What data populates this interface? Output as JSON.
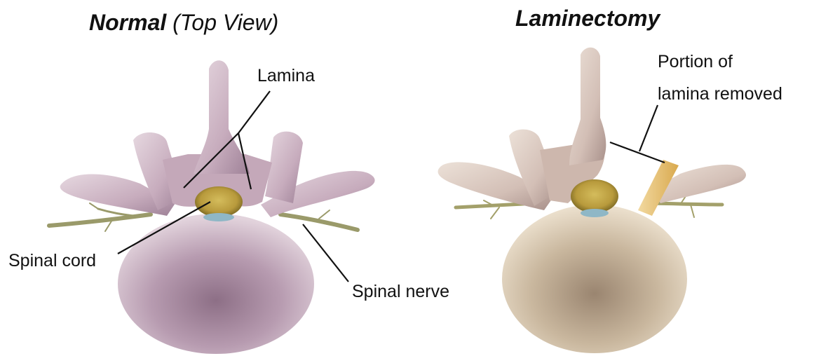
{
  "panels": {
    "normal": {
      "title_bold": "Normal",
      "title_italic": "(Top View)"
    },
    "laminectomy": {
      "title": "Laminectomy"
    }
  },
  "labels": {
    "lamina": "Lamina",
    "spinal_cord": "Spinal cord",
    "spinal_nerve": "Spinal nerve",
    "portion_line1": "Portion of",
    "portion_line2": "lamina removed"
  },
  "colors": {
    "bone_light": "#e2d3dc",
    "bone_mid": "#c3a7b8",
    "bone_dark": "#8d6f86",
    "bone_tan": "#e8d9c2",
    "bone_tan_dark": "#b39f84",
    "spinal_cord": "#b89a3c",
    "spinal_cord_dark": "#7d6a24",
    "nerve": "#9a9a6a",
    "cut_surface": "#e9c26d",
    "leader_line": "#111111"
  }
}
